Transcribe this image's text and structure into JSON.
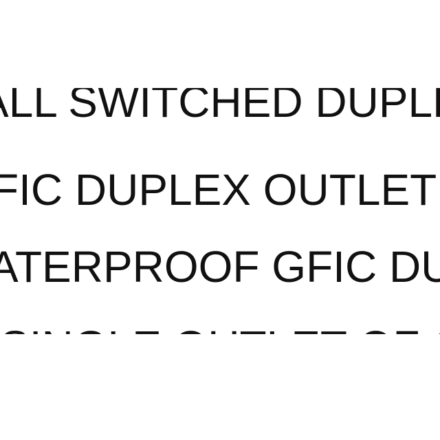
{
  "document": {
    "lines": [
      "ALL SWITCHED DUPLEX",
      "FIC DUPLEX OUTLET",
      "ATERPROOF GFIC DU",
      "SINGLE OUTLET OF C"
    ]
  }
}
